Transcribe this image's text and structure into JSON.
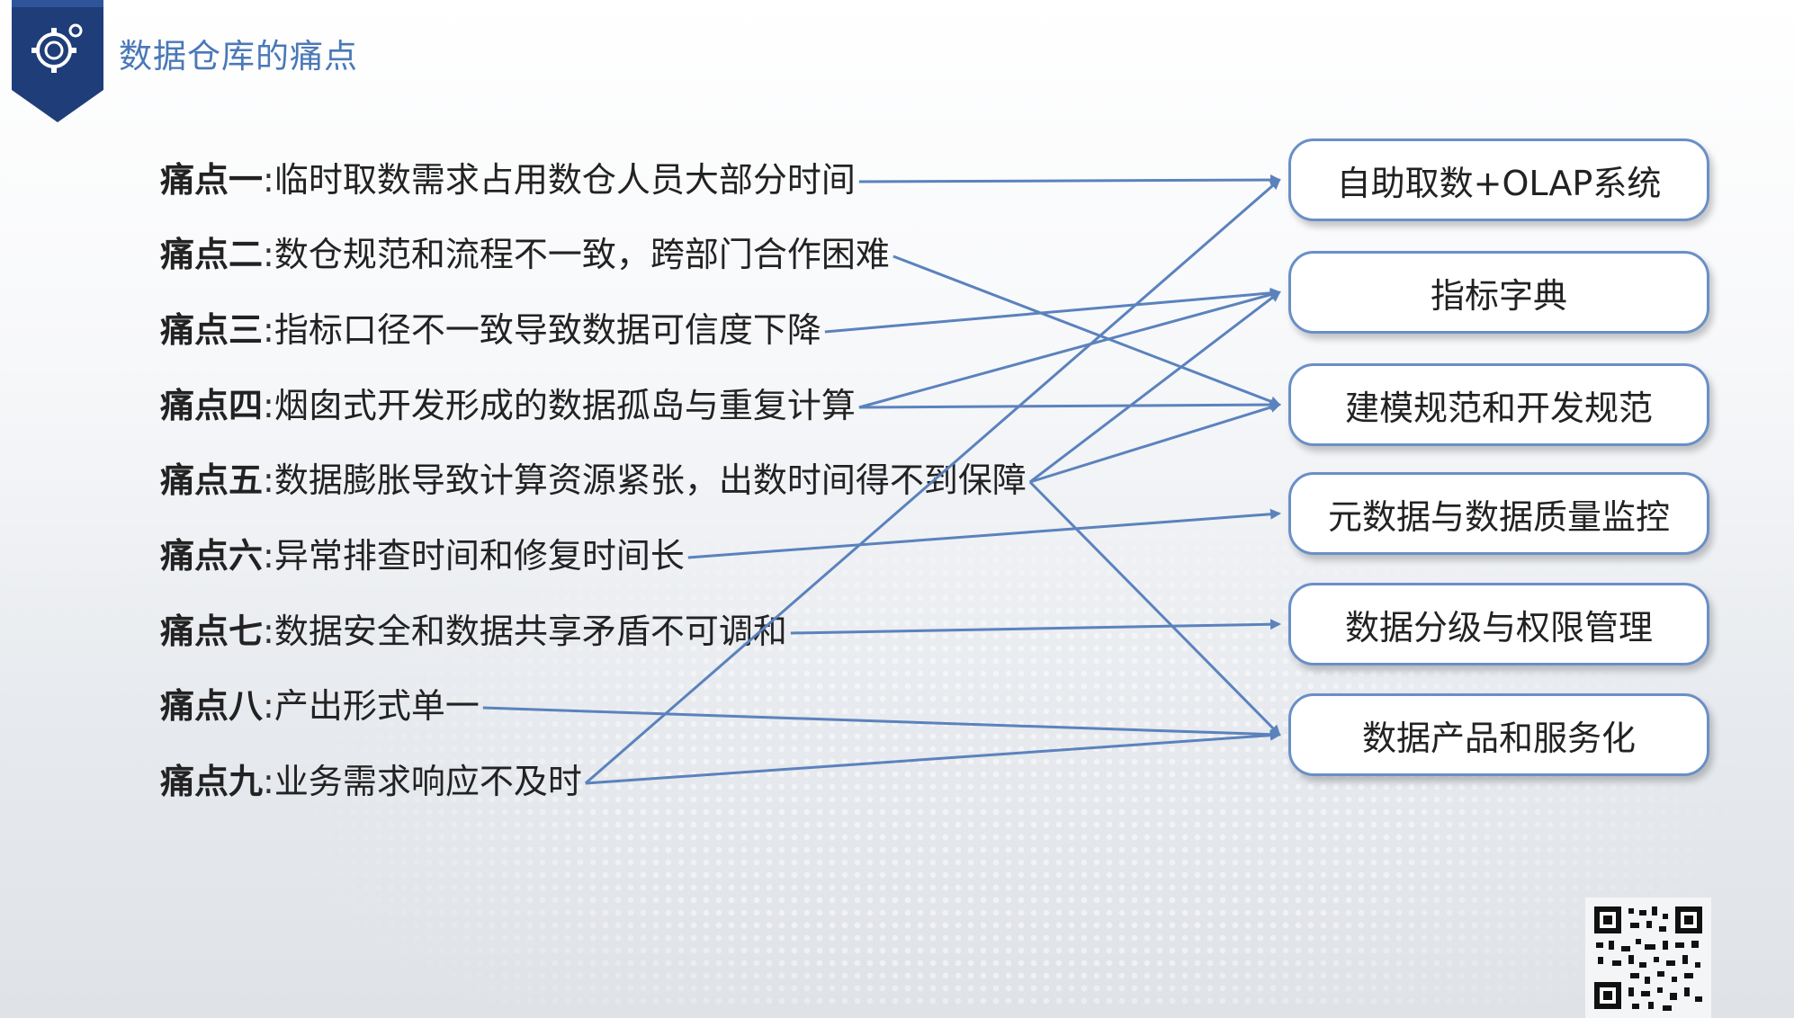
{
  "header": {
    "title": "数据仓库的痛点"
  },
  "pain_points": [
    {
      "label": "痛点一",
      "text": "临时取数需求占用数仓人员大部分时间"
    },
    {
      "label": "痛点二",
      "text": "数仓规范和流程不一致，跨部门合作困难"
    },
    {
      "label": "痛点三",
      "text": "指标口径不一致导致数据可信度下降"
    },
    {
      "label": "痛点四",
      "text": "烟囱式开发形成的数据孤岛与重复计算"
    },
    {
      "label": "痛点五",
      "text": "数据膨胀导致计算资源紧张，出数时间得不到保障"
    },
    {
      "label": "痛点六",
      "text": "异常排查时间和修复时间长"
    },
    {
      "label": "痛点七",
      "text": "数据安全和数据共享矛盾不可调和"
    },
    {
      "label": "痛点八",
      "text": "产出形式单一"
    },
    {
      "label": "痛点九",
      "text": "业务需求响应不及时"
    }
  ],
  "separator": ":",
  "solutions": [
    "自助取数+OLAP系统",
    "指标字典",
    "建模规范和开发规范",
    "元数据与数据质量监控",
    "数据分级与权限管理",
    "数据产品和服务化"
  ],
  "links": [
    {
      "from": 1,
      "to": 1
    },
    {
      "from": 2,
      "to": 3
    },
    {
      "from": 3,
      "to": 2
    },
    {
      "from": 4,
      "to": 2
    },
    {
      "from": 4,
      "to": 3
    },
    {
      "from": 5,
      "to": 2
    },
    {
      "from": 5,
      "to": 3
    },
    {
      "from": 5,
      "to": 6
    },
    {
      "from": 6,
      "to": 4
    },
    {
      "from": 7,
      "to": 5
    },
    {
      "from": 8,
      "to": 6
    },
    {
      "from": 9,
      "to": 6
    },
    {
      "from": 9,
      "to": 1
    }
  ],
  "colors": {
    "arrow": "#5b82bd",
    "badge": "#1f3d78",
    "title": "#4a78b8",
    "box_border": "#6a8fc7"
  },
  "icons": {
    "badge": "gear-logo-icon",
    "qr": "qr-code-icon"
  }
}
